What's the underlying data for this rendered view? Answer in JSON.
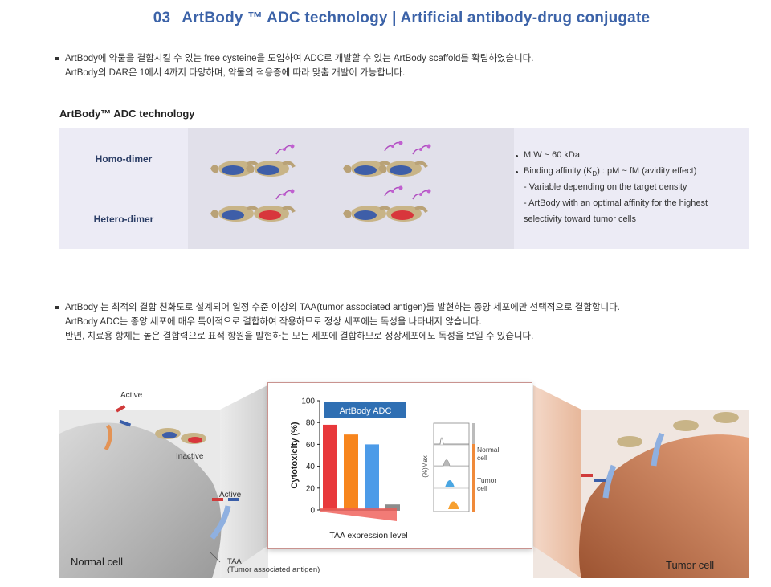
{
  "title": {
    "num": "03",
    "text": "ArtBody ™ ADC technology | Artificial antibody-drug conjugate"
  },
  "intro": {
    "line1": "ArtBody에 약물을 결합시킬 수 있는 free cysteine을 도입하여 ADC로 개발할 수 있는 ArtBody scaffold를 확립하였습니다.",
    "line2": "ArtBody의 DAR은 1에서 4까지 다양하며, 약물의 적응증에 따라 맞춤 개발이 가능합니다."
  },
  "section_title": "ArtBody™ ADC technology",
  "table": {
    "homo": "Homo-dimer",
    "hetero": "Hetero-dimer",
    "specs": {
      "mw": "M.W ~ 60 kDa",
      "affinity_pre": "Binding affinity (K",
      "affinity_sub": "D",
      "affinity_post": ") : pM ~ fM (avidity effect)",
      "sub1": "- Variable depending on the target density",
      "sub2a": "- ArtBody with an optimal affinity for the highest",
      "sub2b": "selectivity toward tumor cells"
    }
  },
  "body": {
    "line1": "ArtBody 는 최적의 결합 친화도로 설계되어 일정 수준 이상의 TAA(tumor associated antigen)를 발현하는 종양 세포에만 선택적으로 결합합니다.",
    "line2": "ArtBody ADC는 종양 세포에 매우 특이적으로 결합하여 작용하므로 정상 세포에는 독성을 나타내지 않습니다.",
    "line3": "반면, 치료용 항체는 높은 결합력으로 표적 항원을 발현하는 모든 세포에 결합하므로 정상세포에도 독성을 보일 수 있습니다."
  },
  "diagram": {
    "active1": "Active",
    "inactive": "Inactive",
    "active2": "Active",
    "taa1": "TAA",
    "taa2": "(Tumor associated antigen)",
    "normal_cell": "Normal cell",
    "tumor_cell": "Tumor cell"
  },
  "chart_data": {
    "type": "bar",
    "title": "ArtBody ADC",
    "ylabel": "Cytotoxicity (%)",
    "xlabel": "TAA expression level",
    "ylim": [
      0,
      100
    ],
    "yticks": [
      "0",
      "20",
      "40",
      "60",
      "80",
      "100"
    ],
    "values": [
      78,
      69,
      60,
      5
    ],
    "colors": [
      "#e8383b",
      "#f7851d",
      "#4c9be8",
      "#8c8c8c"
    ],
    "histogram": {
      "ylabel": "(%)Max",
      "normal_label_1": "Normal",
      "normal_label_2": "cell",
      "tumor_label_1": "Tumor",
      "tumor_label_2": "cell"
    }
  },
  "colors": {
    "title": "#3c63a8",
    "box": "#ecebf5",
    "box_mid": "#e1e0ea",
    "tumor": "#c87f5b"
  }
}
